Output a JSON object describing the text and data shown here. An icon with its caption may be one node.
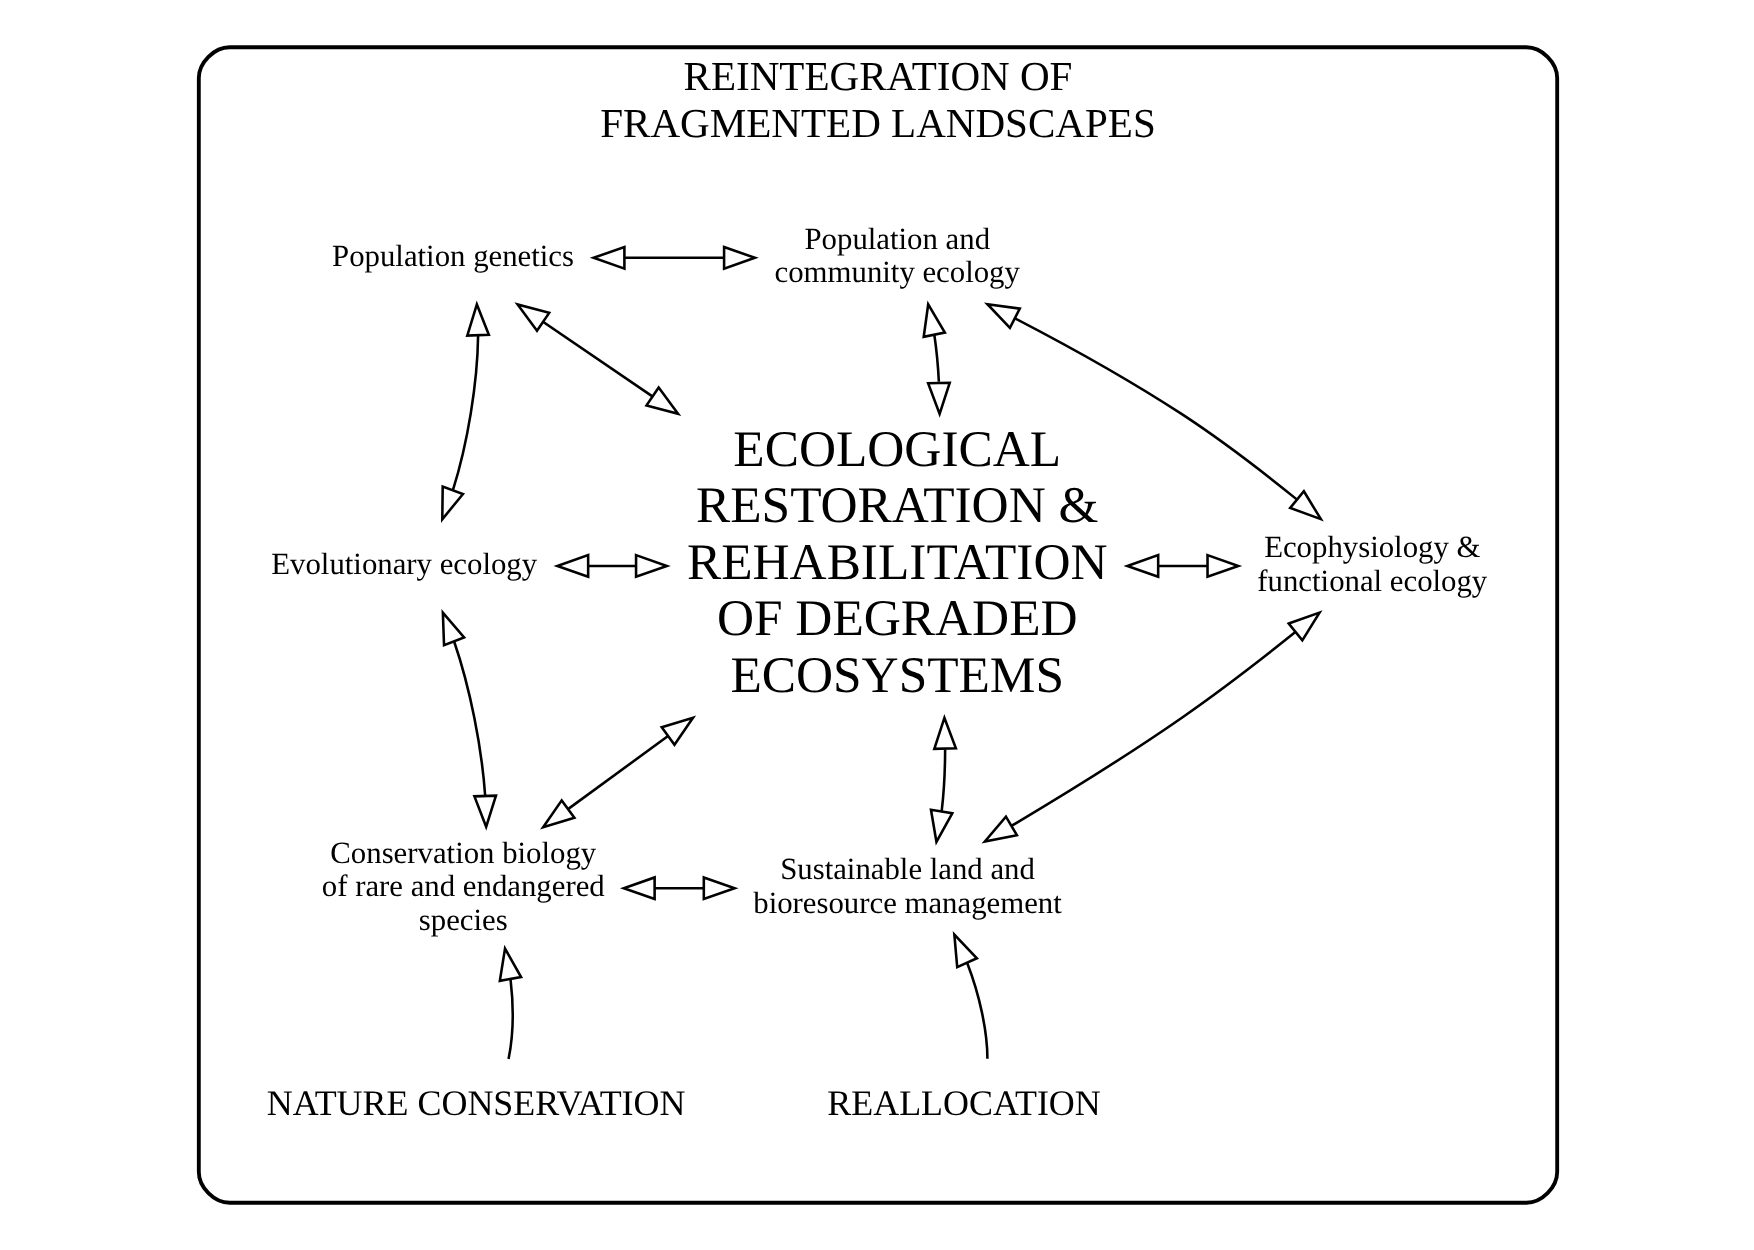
{
  "diagram": {
    "nodes": [
      {
        "text": [
          "REINTEGRATION OF FRAGMENTED LANDSCAPES"
        ]
      },
      {
        "text": [
          "Population genetics"
        ],
        "in": 0
      },
      {
        "text": [
          "Population and community ecology"
        ],
        "in": 0
      },
      {
        "text": [
          "Evolutionary ecology"
        ],
        "in": 0
      },
      {
        "text": [
          "ECOLOGICAL RESTORATION & REHABILITATION OF DEGRADED ECOSYSTEMS"
        ],
        "in": 0
      },
      {
        "text": [
          "Ecophysiology & functional ecology"
        ],
        "in": 0
      },
      {
        "text": [
          "Conservation biology of rare and endangered species"
        ],
        "in": 0
      },
      {
        "text": [
          "Sustainable land and bioresource management"
        ],
        "in": 0
      },
      {
        "text": [
          "NATURE CONSERVATION"
        ],
        "in": 0
      },
      {
        "text": [
          "REALLOCATION"
        ],
        "in": 0
      }
    ],
    "edges": [
      {
        "from": 1,
        "to": 2,
        "arrow": "both"
      },
      {
        "from": 1,
        "to": 3,
        "arrow": "both"
      },
      {
        "from": 1,
        "to": 4,
        "arrow": "both"
      },
      {
        "from": 2,
        "to": 4,
        "arrow": "both"
      },
      {
        "from": 2,
        "to": 5,
        "arrow": "both"
      },
      {
        "from": 3,
        "to": 4,
        "arrow": "both"
      },
      {
        "from": 4,
        "to": 5,
        "arrow": "both"
      },
      {
        "from": 3,
        "to": 6,
        "arrow": "both"
      },
      {
        "from": 4,
        "to": 6,
        "arrow": "both"
      },
      {
        "from": 4,
        "to": 7,
        "arrow": "both"
      },
      {
        "from": 5,
        "to": 7,
        "arrow": "both"
      },
      {
        "from": 6,
        "to": 7,
        "arrow": "both"
      },
      {
        "from": 8,
        "to": 6,
        "arrow": "to"
      },
      {
        "from": 9,
        "to": 7,
        "arrow": "to"
      }
    ]
  }
}
